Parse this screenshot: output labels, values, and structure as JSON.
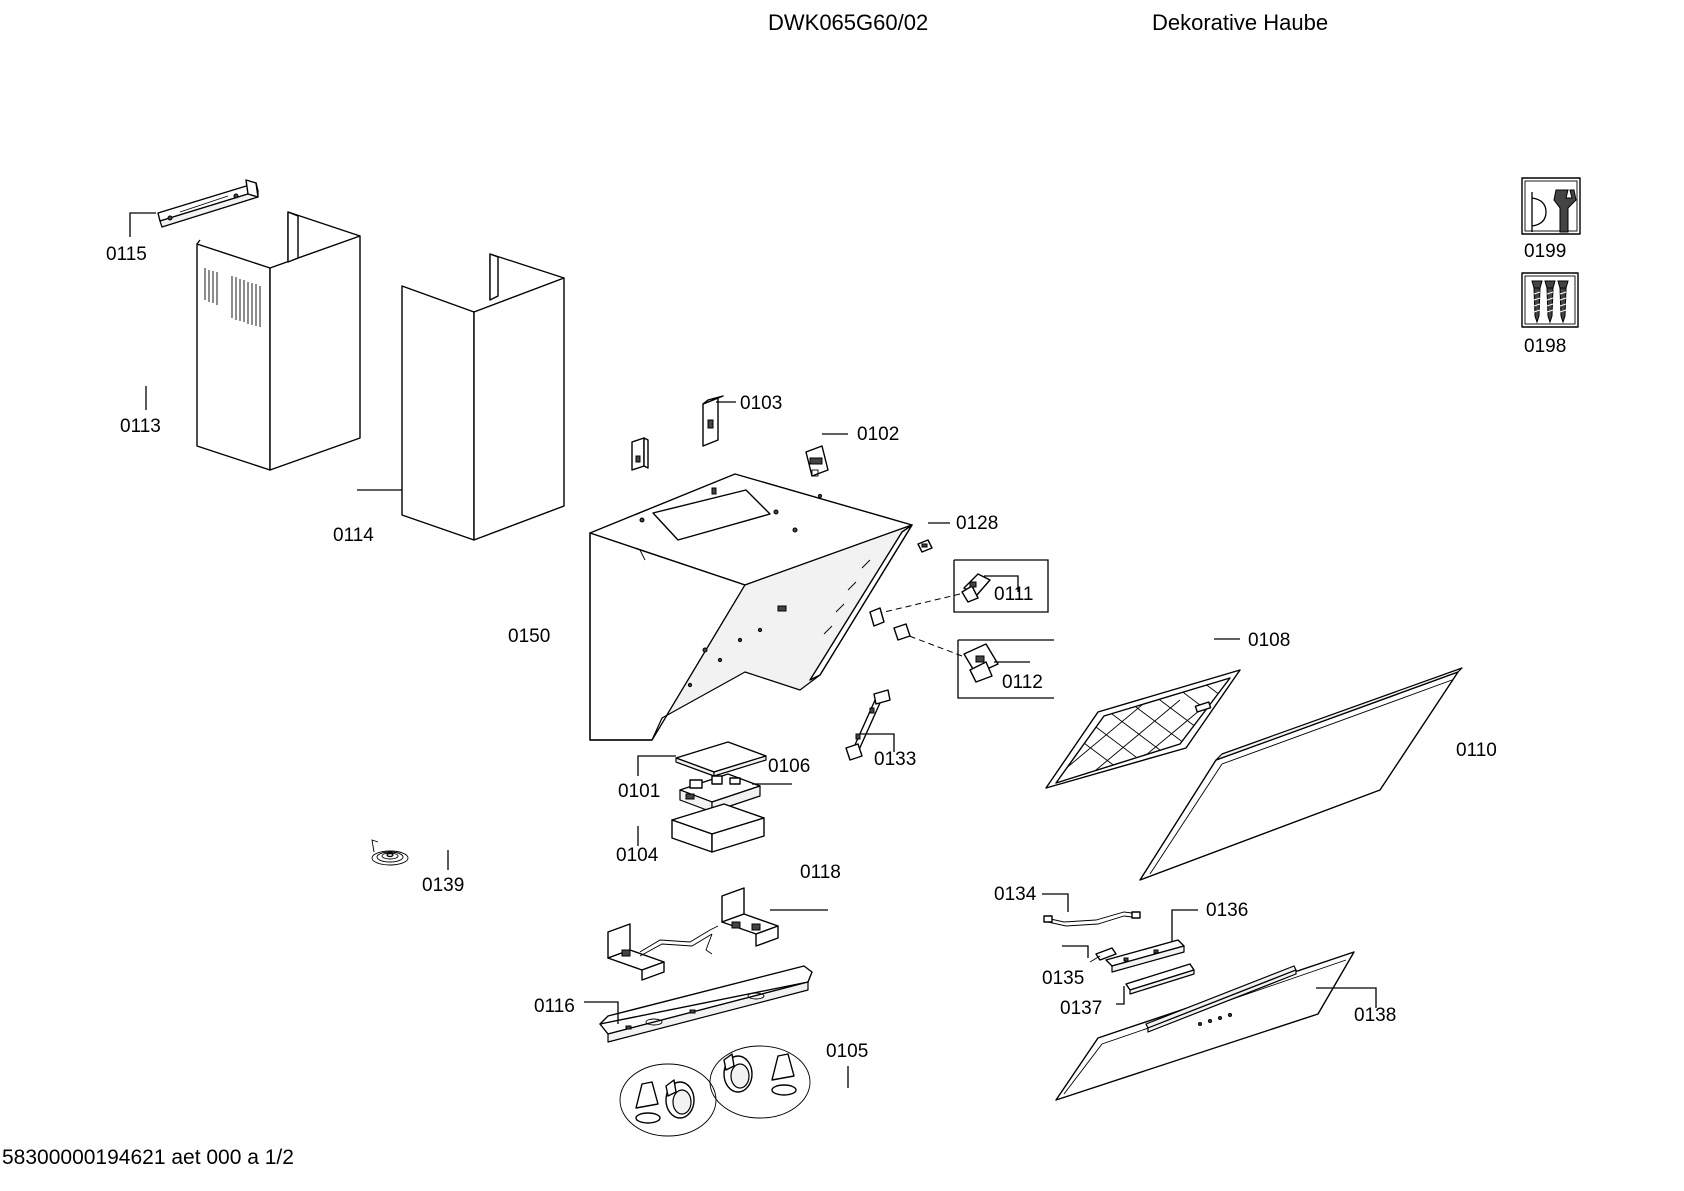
{
  "header": {
    "model": "DWK065G60/02",
    "description": "Dekorative Haube"
  },
  "footer": {
    "code": "58300000194621 aet 000 a 1/2"
  },
  "parts": {
    "p0115": "0115",
    "p0113": "0113",
    "p0114": "0114",
    "p0103": "0103",
    "p0102": "0102",
    "p0128": "0128",
    "p0111": "0111",
    "p0108": "0108",
    "p0150": "0150",
    "p0112": "0112",
    "p0110": "0110",
    "p0133": "0133",
    "p0106": "0106",
    "p0101": "0101",
    "p0104": "0104",
    "p0118": "0118",
    "p0139": "0139",
    "p0134": "0134",
    "p0136": "0136",
    "p0135": "0135",
    "p0137": "0137",
    "p0138": "0138",
    "p0116": "0116",
    "p0105": "0105",
    "p0199": "0199",
    "p0198": "0198"
  },
  "icons": {
    "tools": "wrench-and-pipe-icon",
    "screws": "screws-icon"
  }
}
